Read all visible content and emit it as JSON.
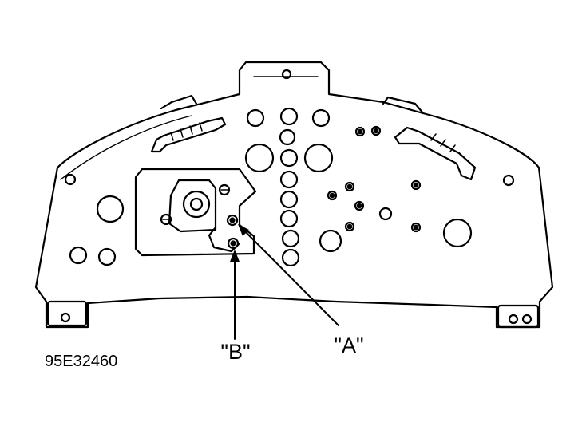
{
  "callouts": {
    "a": "\"A\"",
    "b": "\"B\""
  },
  "figure_id": "95E32460",
  "colors": {
    "line": "#000000",
    "background": "#ffffff"
  }
}
